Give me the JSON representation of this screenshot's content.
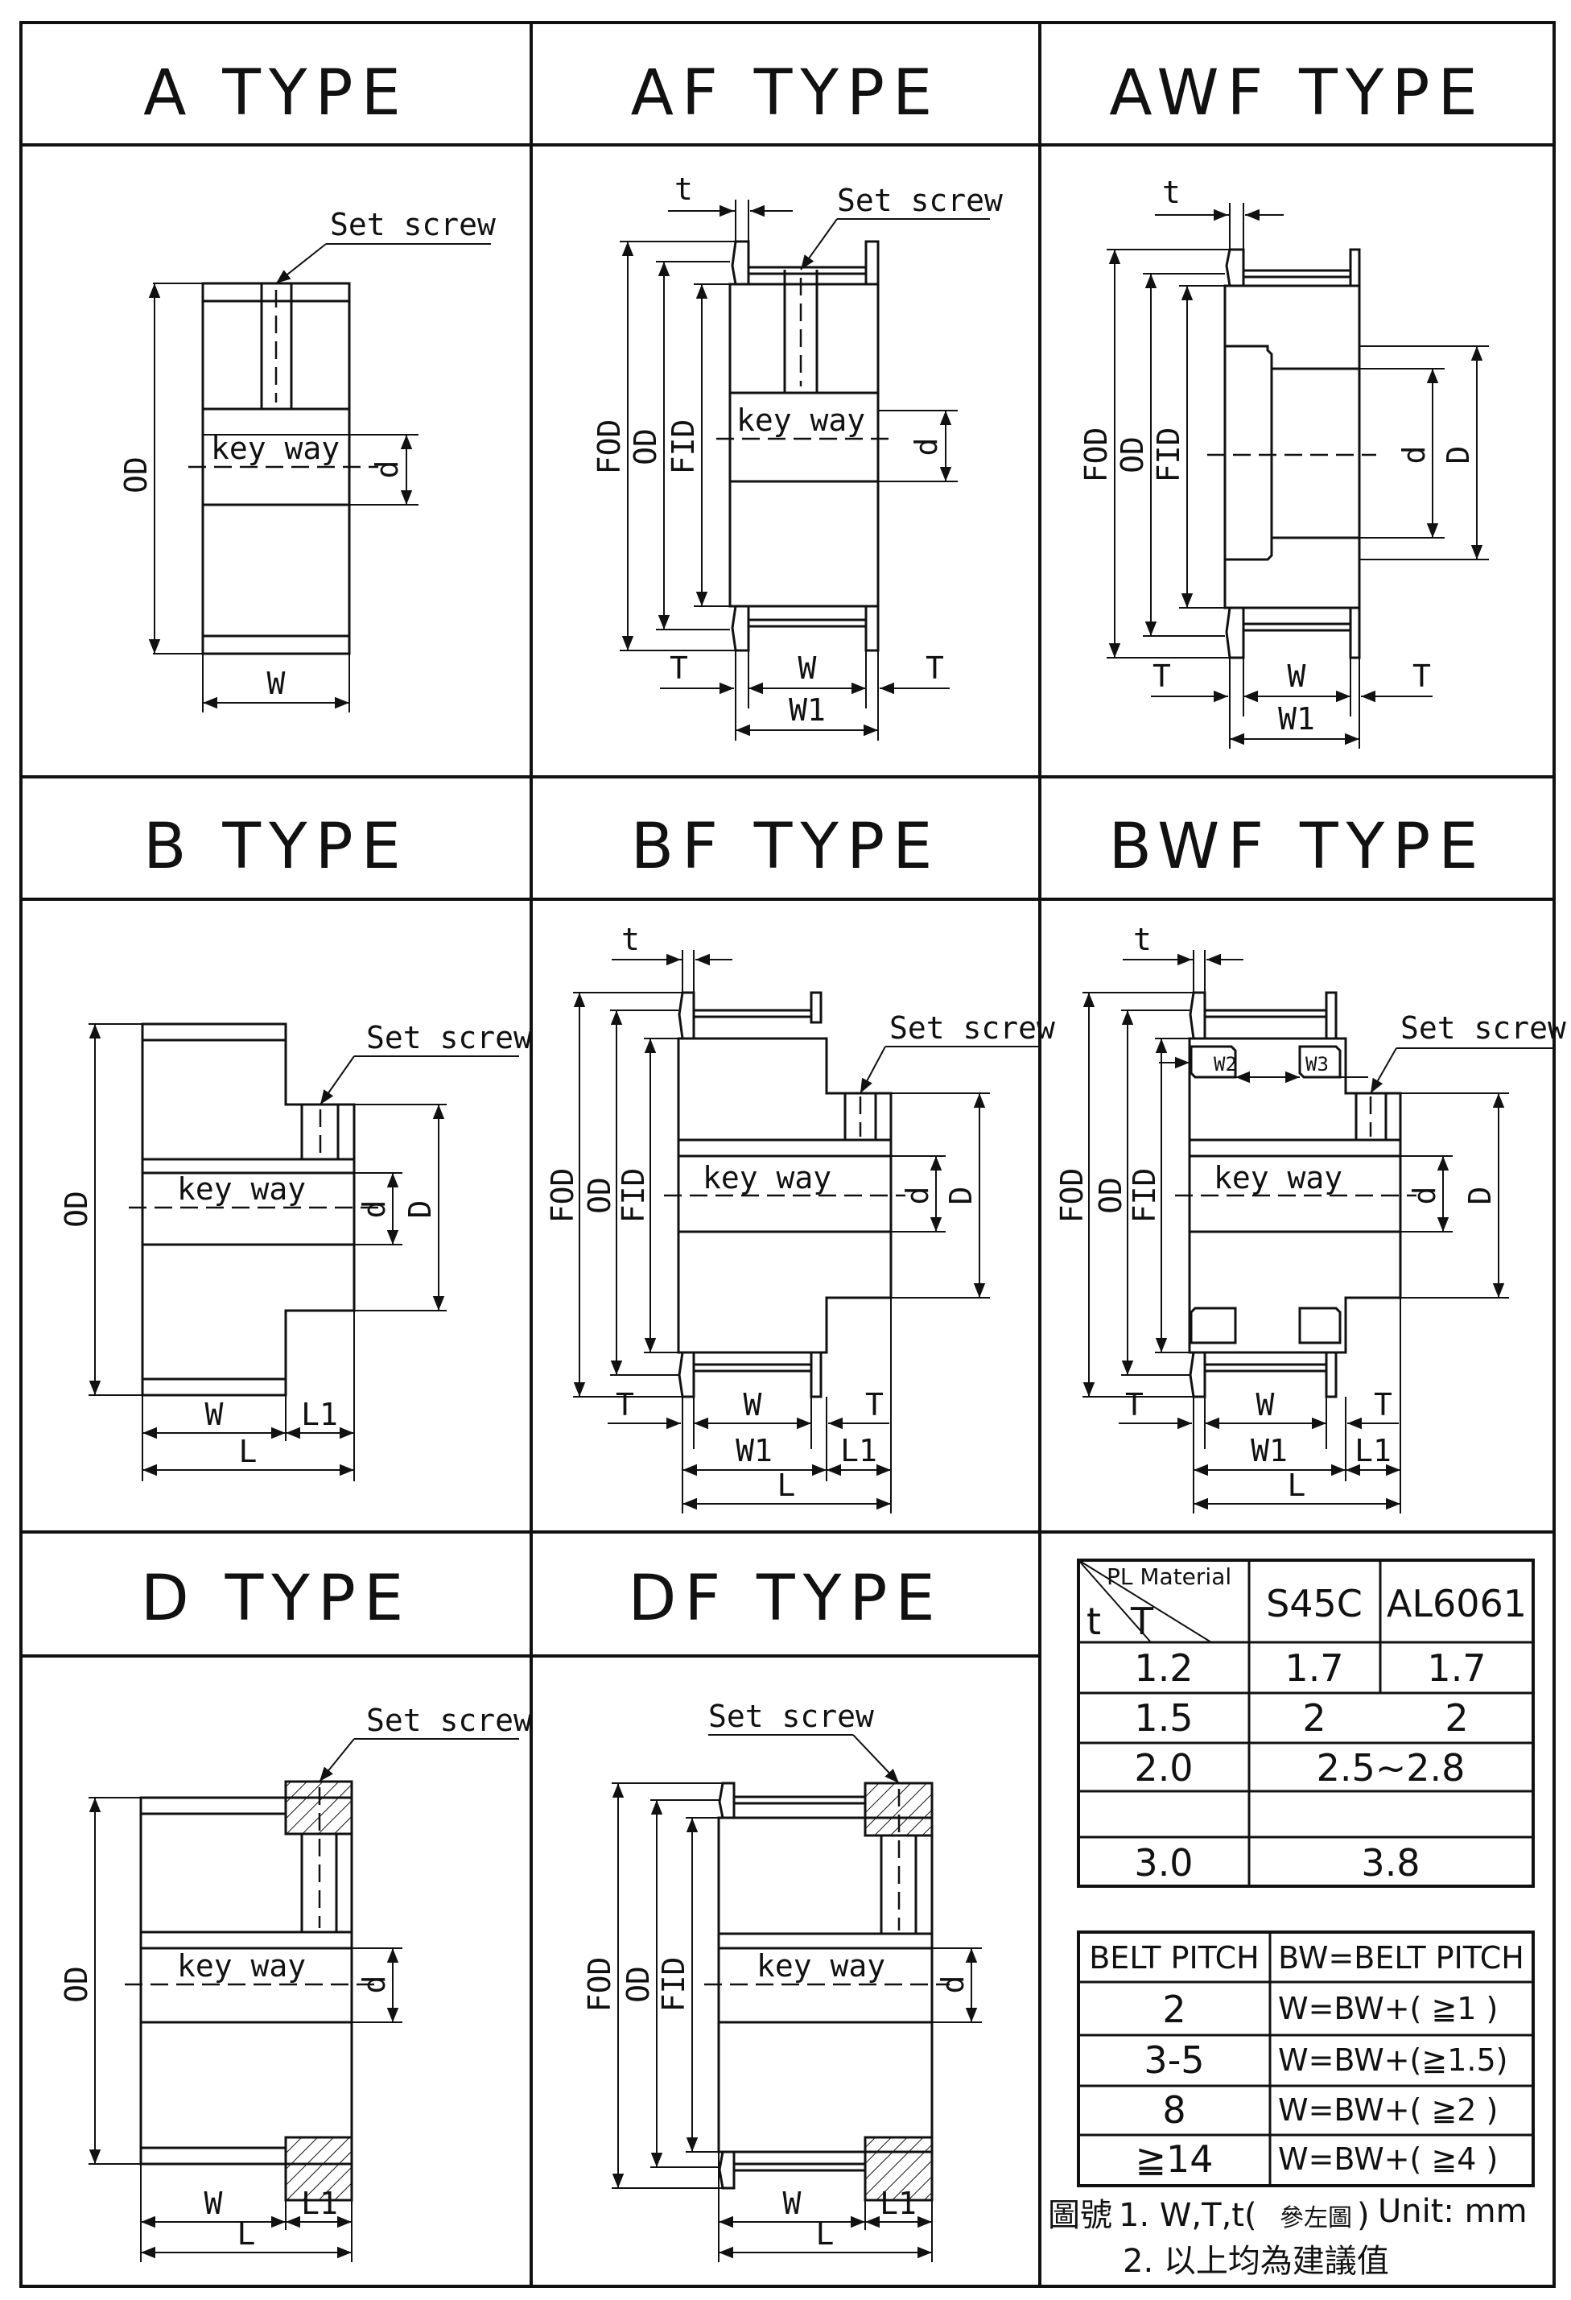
{
  "panels": {
    "a": {
      "title": "A TYPE",
      "set_screw": "Set screw",
      "key_way": "key way",
      "od": "OD",
      "d": "d",
      "w": "W"
    },
    "af": {
      "title": "AF TYPE",
      "set_screw": "Set screw",
      "key_way": "key way",
      "t": "t",
      "fod": "FOD",
      "od": "OD",
      "fid": "FID",
      "d": "d",
      "w": "W",
      "w1": "W1",
      "T": "T"
    },
    "awf": {
      "title": "AWF TYPE",
      "t": "t",
      "fod": "FOD",
      "od": "OD",
      "fid": "FID",
      "d": "d",
      "D": "D",
      "w": "W",
      "w1": "W1",
      "T": "T"
    },
    "b": {
      "title": "B TYPE",
      "set_screw": "Set screw",
      "key_way": "key way",
      "od": "OD",
      "d": "d",
      "D": "D",
      "w": "W",
      "l1": "L1",
      "l": "L"
    },
    "bf": {
      "title": "BF TYPE",
      "set_screw": "Set screw",
      "key_way": "key way",
      "t": "t",
      "fod": "FOD",
      "od": "OD",
      "fid": "FID",
      "d": "d",
      "D": "D",
      "w": "W",
      "w1": "W1",
      "l1": "L1",
      "l": "L",
      "T": "T"
    },
    "bwf": {
      "title": "BWF TYPE",
      "set_screw": "Set screw",
      "key_way": "key way",
      "t": "t",
      "fod": "FOD",
      "od": "OD",
      "fid": "FID",
      "d": "d",
      "D": "D",
      "w": "W",
      "w1": "W1",
      "w2": "W2",
      "w3": "W3",
      "l1": "L1",
      "l": "L",
      "T": "T"
    },
    "d": {
      "title": "D TYPE",
      "set_screw": "Set screw",
      "key_way": "key way",
      "od": "OD",
      "d": "d",
      "w": "W",
      "l1": "L1",
      "l": "L"
    },
    "df": {
      "title": "DF TYPE",
      "set_screw": "Set screw",
      "key_way": "key way",
      "fod": "FOD",
      "od": "OD",
      "fid": "FID",
      "d": "d",
      "w": "W",
      "l1": "L1",
      "l": "L"
    }
  },
  "material_table": {
    "header_diag": "PL Material",
    "header_t": "t",
    "header_T": "T",
    "columns": [
      "S45C",
      "AL6061"
    ],
    "rows": [
      {
        "t": "1.2",
        "s45c": "1.7",
        "al6061": "1.7"
      },
      {
        "t": "1.5",
        "s45c": "2",
        "al6061": "2"
      },
      {
        "t": "2.0",
        "merged": "2.5~2.8"
      },
      {
        "t": "",
        "merged": ""
      },
      {
        "t": "3.0",
        "merged": "3.8"
      }
    ]
  },
  "belt_table": {
    "headers": [
      "BELT PITCH",
      "BW=BELT PITCH"
    ],
    "rows": [
      {
        "pitch": "2",
        "w": "W=BW+( ≧1 )"
      },
      {
        "pitch": "3-5",
        "w": "W=BW+(≧1.5)"
      },
      {
        "pitch": "8",
        "w": "W=BW+( ≧2 )"
      },
      {
        "pitch": "≧14",
        "w": "W=BW+( ≧4 )"
      }
    ]
  },
  "notes": {
    "label": "圖號",
    "line1": "1. W,T,t(",
    "line1_ref": "參左圖",
    "line1_end": ")",
    "unit": "Unit: mm",
    "line2": "2. 以上均為建議值"
  }
}
